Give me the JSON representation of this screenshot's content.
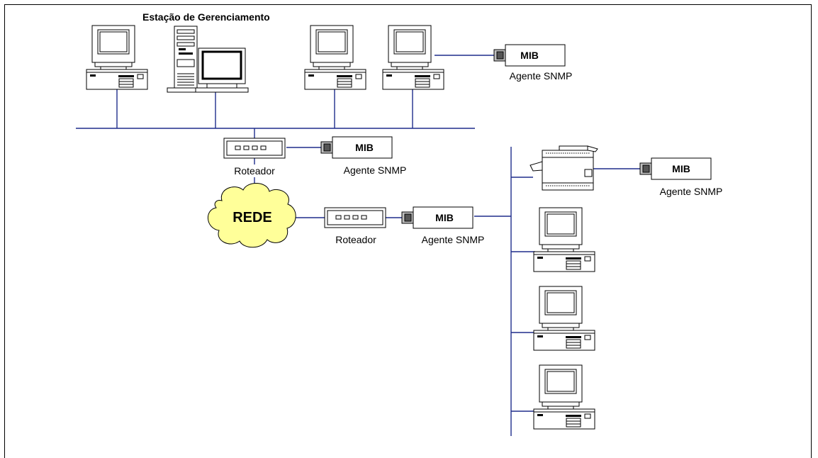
{
  "labels": {
    "management_station": "Estação de Gerenciamento",
    "router": "Roteador",
    "network": "REDE",
    "mib": "MIB",
    "snmp_agent": "Agente SNMP"
  },
  "colors": {
    "network_line": "#1f2d8c",
    "cloud_fill": "#ffff99",
    "agent_box": "#c0c0c0"
  },
  "icons": [
    "desktop-computer-icon",
    "tower-server-icon",
    "router-icon",
    "cloud-icon",
    "printer-icon",
    "snmp-agent-icon"
  ]
}
